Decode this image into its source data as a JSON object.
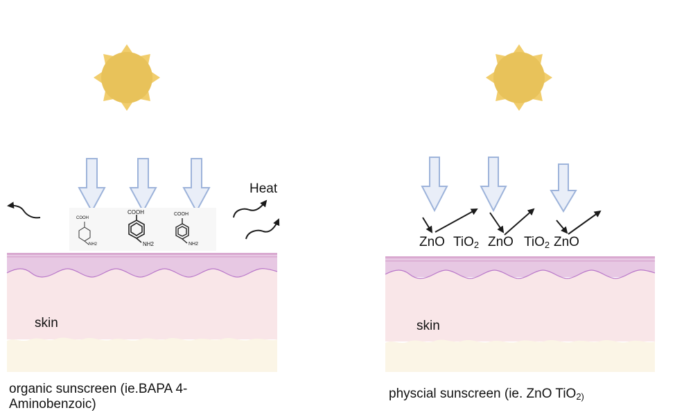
{
  "left_panel": {
    "heat_label": "Heat",
    "skin_label": "skin",
    "molecule": {
      "top_group": "COOH",
      "bottom_group": "NH2"
    },
    "caption_line1": "organic sunscreen (ie.BAPA 4-",
    "caption_line2": "Aminobenzoic)"
  },
  "right_panel": {
    "skin_label": "skin",
    "minerals": [
      {
        "base": "ZnO",
        "sub": ""
      },
      {
        "base": "TiO",
        "sub": "2"
      },
      {
        "base": "ZnO",
        "sub": ""
      },
      {
        "base": "TiO",
        "sub": "2"
      },
      {
        "base": "ZnO",
        "sub": ""
      }
    ],
    "caption_prefix": "physcial sunscreen (ie. ZnO TiO",
    "caption_sub": "2)"
  },
  "colors": {
    "sun": "#e8c25a",
    "sun_ray": "#f1cd6c",
    "arrow_fill": "#e9eef8",
    "arrow_stroke": "#9db3da",
    "epidermis": "#e7c8e3",
    "dermis": "#f9e6e8",
    "subcutis": "#fbf5e6"
  }
}
